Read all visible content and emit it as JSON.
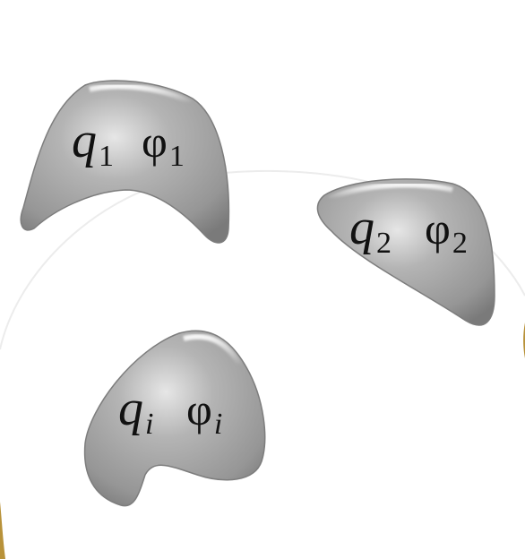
{
  "bodies": [
    {
      "id": "body-1",
      "charge_symbol": "q",
      "charge_subscript": "1",
      "potential_symbol": "φ",
      "potential_subscript": "1"
    },
    {
      "id": "body-2",
      "charge_symbol": "q",
      "charge_subscript": "2",
      "potential_symbol": "φ",
      "potential_subscript": "2"
    },
    {
      "id": "body-i",
      "charge_symbol": "q",
      "charge_subscript": "i",
      "potential_symbol": "φ",
      "potential_subscript": "i"
    }
  ],
  "colors": {
    "background": "#ffffff",
    "conductor_fill": "#a9a9a9",
    "conductor_highlight": "#f2f2f2",
    "conductor_shadow": "#6e6e6e",
    "enclosure_edge": "#b8923a"
  }
}
